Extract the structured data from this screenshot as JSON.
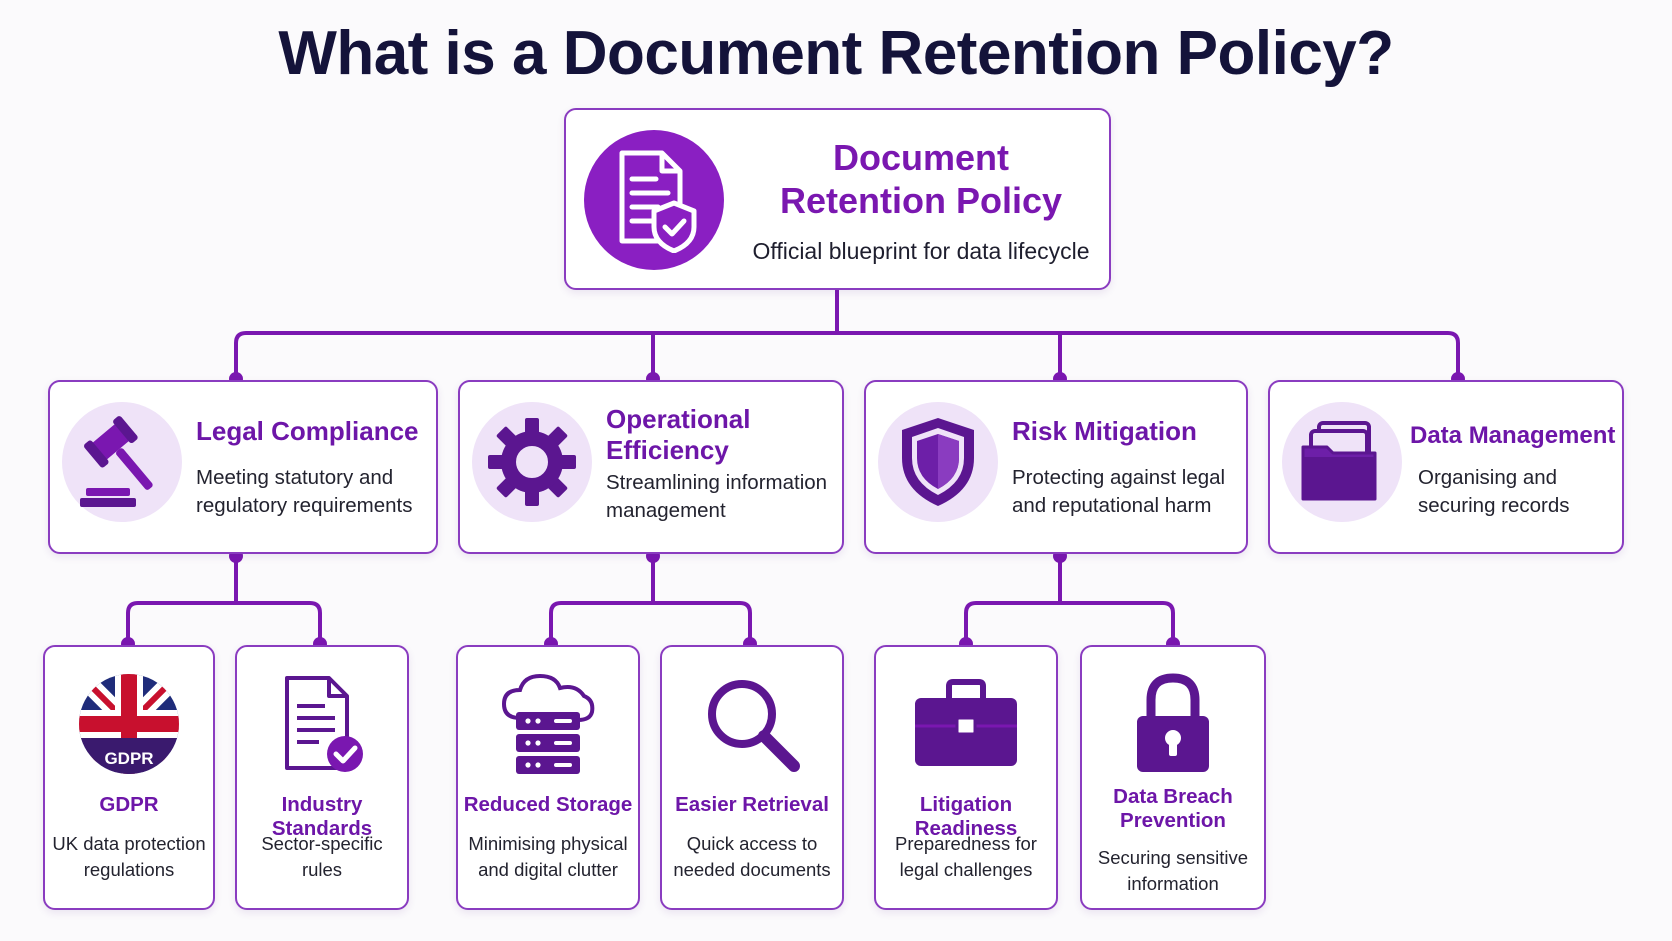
{
  "title": "What is a Document Retention Policy?",
  "root": {
    "title_line1": "Document",
    "title_line2": "Retention Policy",
    "subtitle": "Official blueprint for data lifecycle",
    "icon": "document-shield-icon"
  },
  "categories": [
    {
      "title_line1": "Legal Compliance",
      "title_line2": "",
      "desc_line1": "Meeting statutory and",
      "desc_line2": "regulatory requirements",
      "icon": "gavel-icon"
    },
    {
      "title_line1": "Operational",
      "title_line2": "Efficiency",
      "desc_line1": "Streamlining information",
      "desc_line2": "management",
      "icon": "gear-icon"
    },
    {
      "title_line1": "Risk Mitigation",
      "title_line2": "",
      "desc_line1": "Protecting against legal",
      "desc_line2": "and reputational harm",
      "icon": "shield-icon"
    },
    {
      "title_line1": "Data Management",
      "title_line2": "",
      "desc_line1": "Organising and",
      "desc_line2": "securing records",
      "icon": "folders-icon"
    }
  ],
  "subitems": [
    {
      "title_line1": "GDPR",
      "title_line2": "",
      "desc_line1": "UK data protection",
      "desc_line2": "regulations",
      "icon": "uk-flag-icon",
      "icon_text": "GDPR"
    },
    {
      "title_line1": "Industry Standards",
      "title_line2": "",
      "desc_line1": "Sector-specific rules",
      "desc_line2": "",
      "icon": "document-check-icon"
    },
    {
      "title_line1": "Reduced Storage",
      "title_line2": "",
      "desc_line1": "Minimising physical",
      "desc_line2": "and digital clutter",
      "icon": "cloud-server-icon"
    },
    {
      "title_line1": "Easier Retrieval",
      "title_line2": "",
      "desc_line1": "Quick access to",
      "desc_line2": "needed documents",
      "icon": "magnifier-icon"
    },
    {
      "title_line1": "Litigation Readiness",
      "title_line2": "",
      "desc_line1": "Preparedness for",
      "desc_line2": "legal challenges",
      "icon": "briefcase-icon"
    },
    {
      "title_line1": "Data Breach",
      "title_line2": "Prevention",
      "desc_line1": "Securing sensitive",
      "desc_line2": "information",
      "icon": "padlock-icon"
    }
  ],
  "colors": {
    "accent": "#7a17b0",
    "accent_dark": "#5b1690",
    "border": "#8a3cc0",
    "title": "#14133a",
    "icon_bg": "#efe3f8"
  }
}
